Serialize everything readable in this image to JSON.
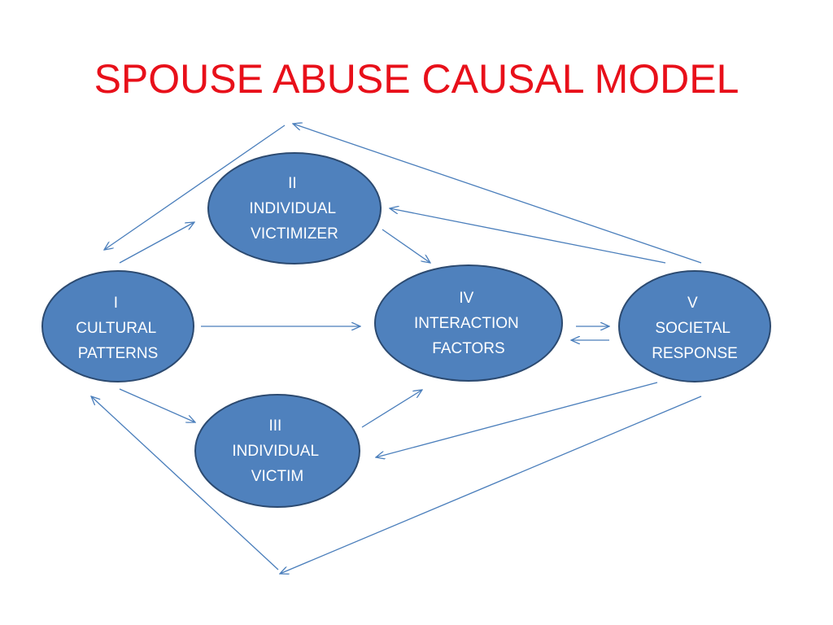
{
  "slide": {
    "title": "SPOUSE ABUSE CAUSAL MODEL"
  },
  "colors": {
    "title": "#e8101a",
    "node_fill": "#4f81bd",
    "node_stroke": "#2c4a70",
    "arrow": "#4a7ebb",
    "node_text": "#ffffff"
  },
  "nodes": [
    {
      "id": "cultural-patterns",
      "lines": [
        "I",
        "CULTURAL",
        "PATTERNS"
      ]
    },
    {
      "id": "individual-victimizer",
      "lines": [
        "II",
        "INDIVIDUAL",
        "VICTIMIZER"
      ]
    },
    {
      "id": "individual-victim",
      "lines": [
        "III",
        "INDIVIDUAL",
        "VICTIM"
      ]
    },
    {
      "id": "interaction-factors",
      "lines": [
        "IV",
        "INTERACTION",
        "FACTORS"
      ]
    },
    {
      "id": "societal-response",
      "lines": [
        "V",
        "SOCIETAL",
        "RESPONSE"
      ]
    }
  ],
  "edges": [
    {
      "from": "cultural-patterns",
      "to": "individual-victimizer"
    },
    {
      "from": "cultural-patterns",
      "to": "interaction-factors"
    },
    {
      "from": "cultural-patterns",
      "to": "individual-victim"
    },
    {
      "from": "individual-victimizer",
      "to": "interaction-factors"
    },
    {
      "from": "individual-victim",
      "to": "interaction-factors"
    },
    {
      "from": "interaction-factors",
      "to": "societal-response"
    },
    {
      "from": "societal-response",
      "to": "interaction-factors"
    },
    {
      "from": "societal-response",
      "to": "individual-victimizer"
    },
    {
      "from": "societal-response",
      "to": "individual-victim"
    },
    {
      "from": "societal-response",
      "to": "cultural-patterns",
      "route": "top"
    },
    {
      "from": "societal-response",
      "to": "cultural-patterns",
      "route": "bottom"
    }
  ]
}
